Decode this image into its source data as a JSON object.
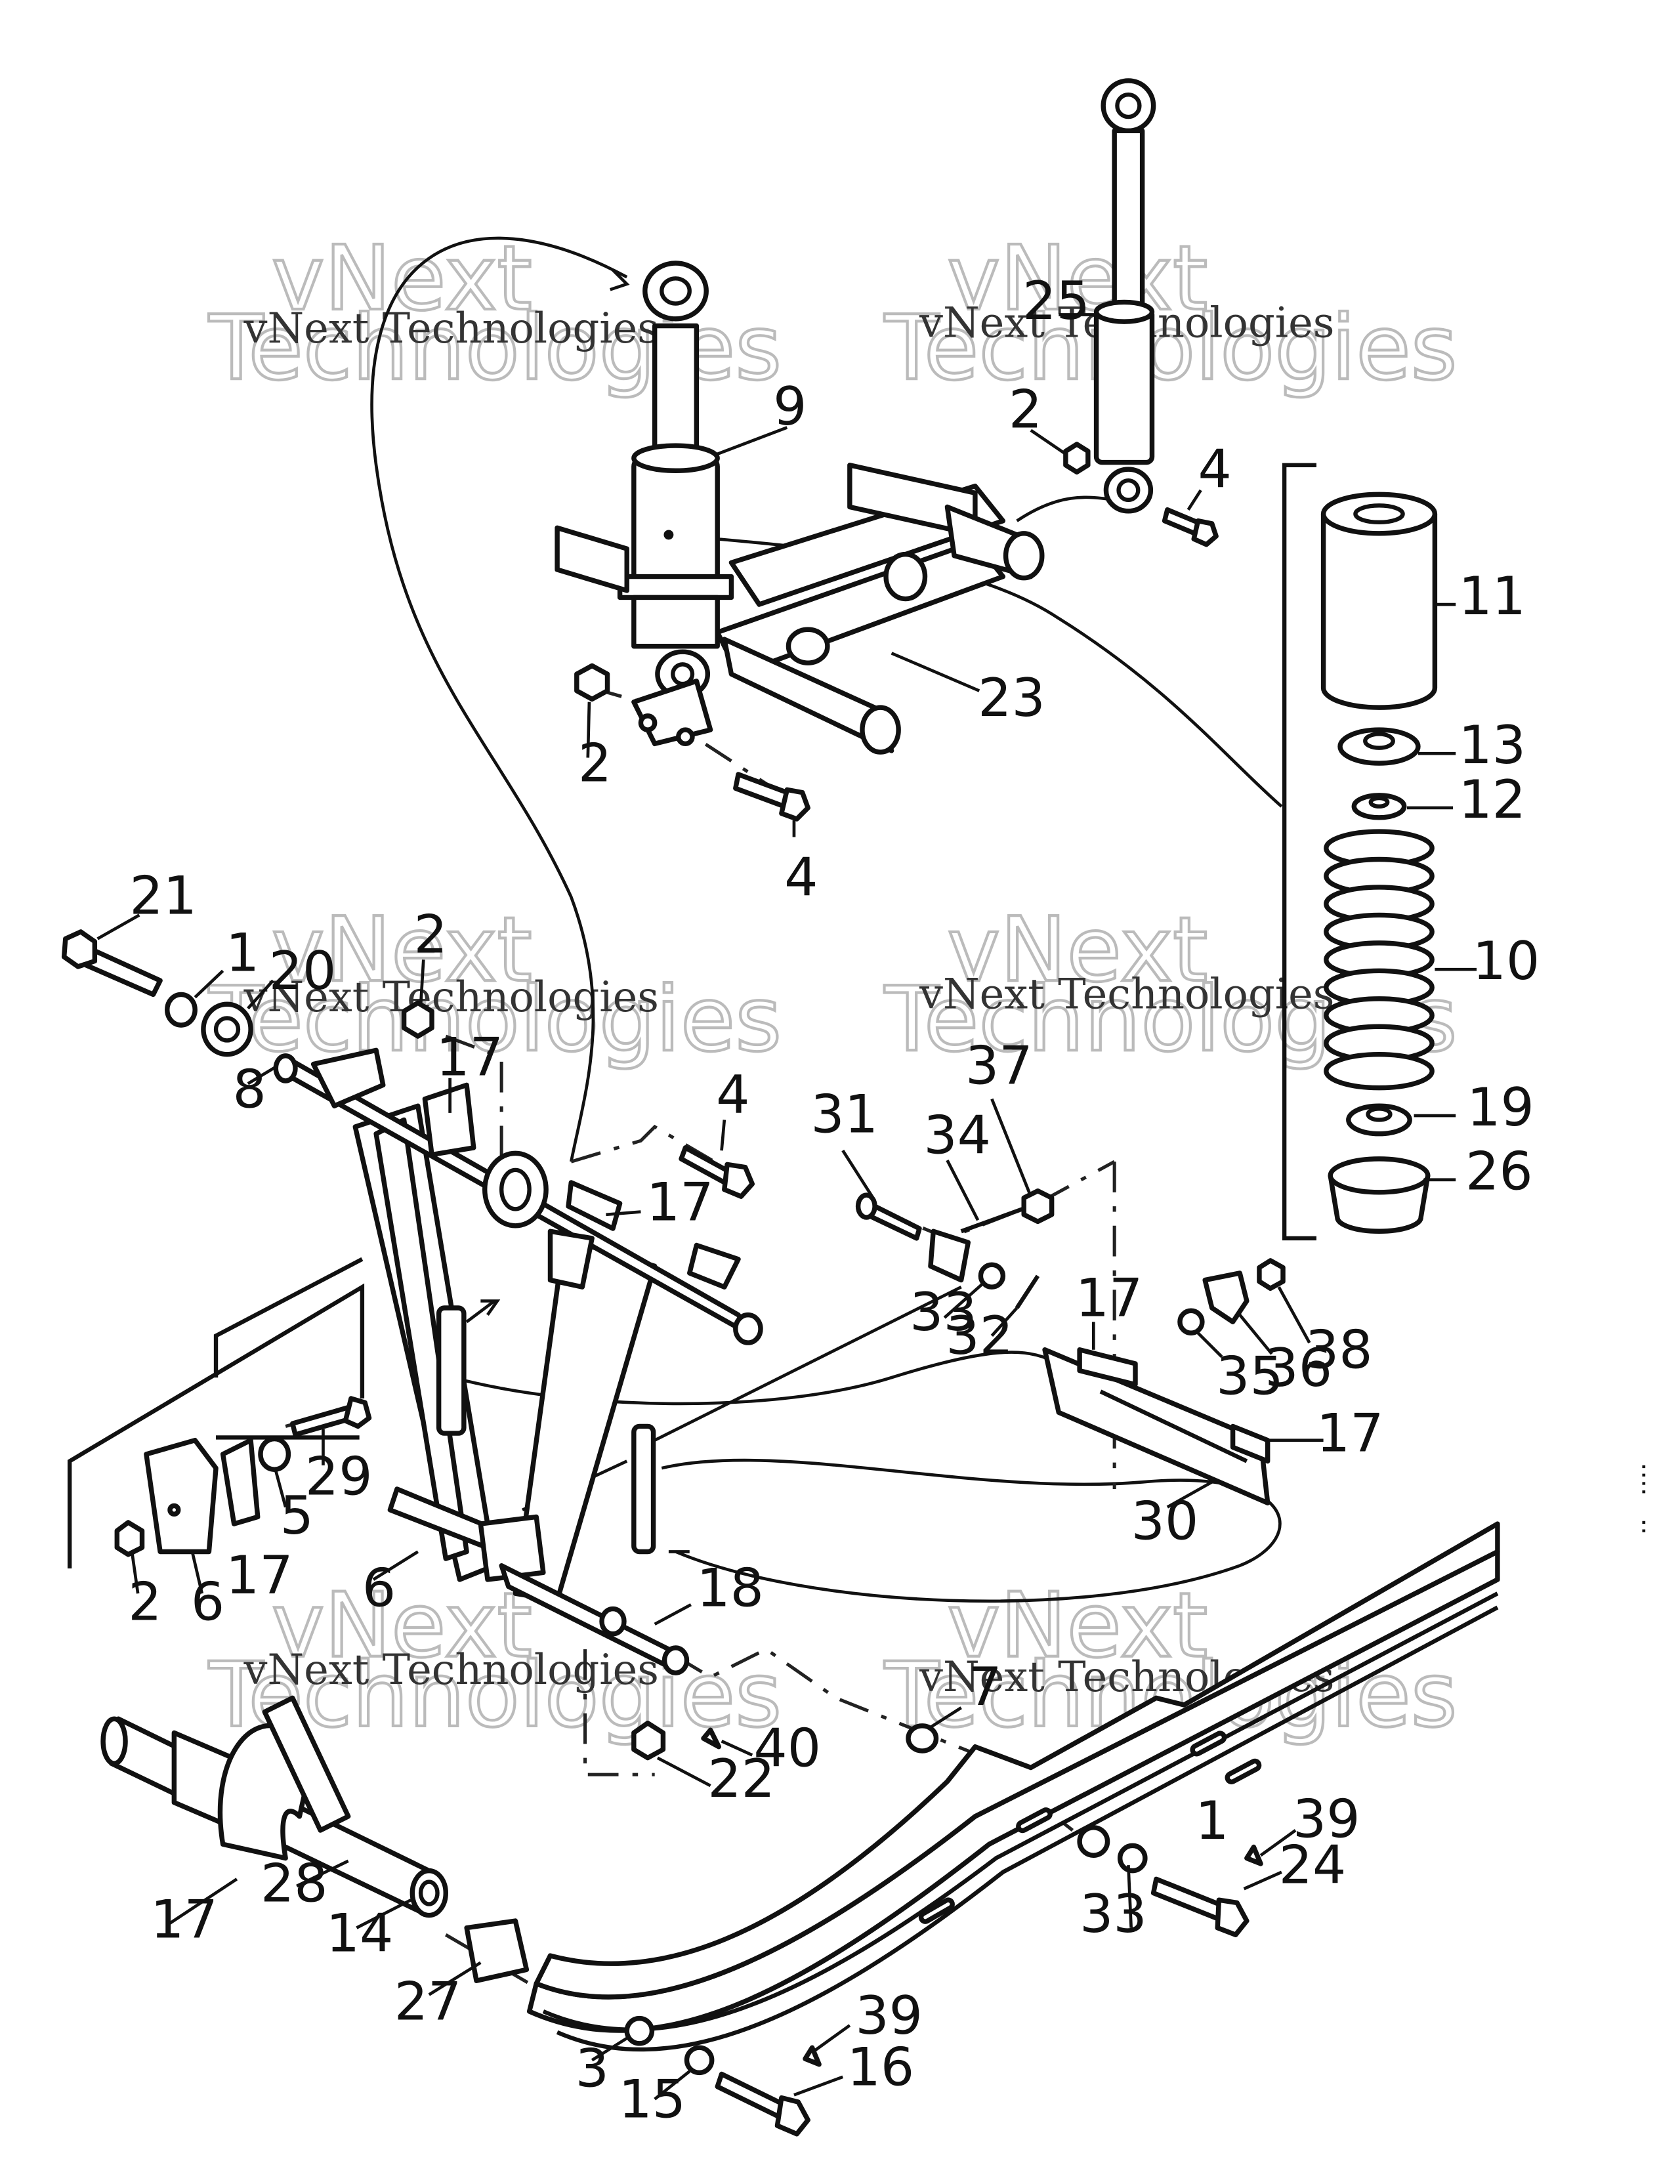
{
  "watermark": {
    "line1": "vNext Technologies",
    "line2": "Technologies",
    "line3": "vNext"
  },
  "callouts": [
    {
      "id": "c1a",
      "label": "1"
    },
    {
      "id": "c1b",
      "label": "1"
    },
    {
      "id": "c2a",
      "label": "2"
    },
    {
      "id": "c2b",
      "label": "2"
    },
    {
      "id": "c2c",
      "label": "2"
    },
    {
      "id": "c2d",
      "label": "2"
    },
    {
      "id": "c3",
      "label": "3"
    },
    {
      "id": "c4a",
      "label": "4"
    },
    {
      "id": "c4b",
      "label": "4"
    },
    {
      "id": "c4c",
      "label": "4"
    },
    {
      "id": "c5",
      "label": "5"
    },
    {
      "id": "c6a",
      "label": "6"
    },
    {
      "id": "c6b",
      "label": "6"
    },
    {
      "id": "c7",
      "label": "7"
    },
    {
      "id": "c8",
      "label": "8"
    },
    {
      "id": "c9",
      "label": "9"
    },
    {
      "id": "c10",
      "label": "10"
    },
    {
      "id": "c11",
      "label": "11"
    },
    {
      "id": "c12",
      "label": "12"
    },
    {
      "id": "c13",
      "label": "13"
    },
    {
      "id": "c14",
      "label": "14"
    },
    {
      "id": "c15",
      "label": "15"
    },
    {
      "id": "c16",
      "label": "16"
    },
    {
      "id": "c17a",
      "label": "17"
    },
    {
      "id": "c17b",
      "label": "17"
    },
    {
      "id": "c17c",
      "label": "17"
    },
    {
      "id": "c17d",
      "label": "17"
    },
    {
      "id": "c17e",
      "label": "17"
    },
    {
      "id": "c17f",
      "label": "17"
    },
    {
      "id": "c18",
      "label": "18"
    },
    {
      "id": "c19",
      "label": "19"
    },
    {
      "id": "c20",
      "label": "20"
    },
    {
      "id": "c21",
      "label": "21"
    },
    {
      "id": "c22",
      "label": "22"
    },
    {
      "id": "c23",
      "label": "23"
    },
    {
      "id": "c24",
      "label": "24"
    },
    {
      "id": "c25",
      "label": "25"
    },
    {
      "id": "c26",
      "label": "26"
    },
    {
      "id": "c27",
      "label": "27"
    },
    {
      "id": "c28",
      "label": "28"
    },
    {
      "id": "c29",
      "label": "29"
    },
    {
      "id": "c30",
      "label": "30"
    },
    {
      "id": "c31",
      "label": "31"
    },
    {
      "id": "c32",
      "label": "32"
    },
    {
      "id": "c33a",
      "label": "33"
    },
    {
      "id": "c33b",
      "label": "33"
    },
    {
      "id": "c34",
      "label": "34"
    },
    {
      "id": "c35",
      "label": "35"
    },
    {
      "id": "c36",
      "label": "36"
    },
    {
      "id": "c37",
      "label": "37"
    },
    {
      "id": "c38",
      "label": "38"
    },
    {
      "id": "c39a",
      "label": "39"
    },
    {
      "id": "c39b",
      "label": "39"
    },
    {
      "id": "c40",
      "label": "40"
    }
  ]
}
